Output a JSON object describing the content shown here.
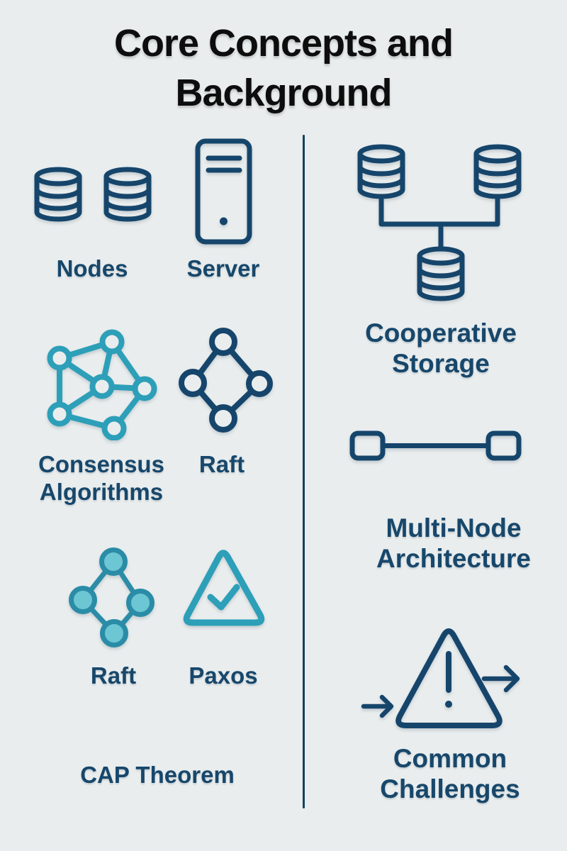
{
  "title": {
    "line1": "Core Concepts and",
    "line2": "Background"
  },
  "colors": {
    "background": "#e9edee",
    "navy": "#16456b",
    "teal": "#2d9fb8",
    "teal_dark": "#2a8ca6",
    "teal_fill": "#6cc6d4",
    "title_text": "#0d0d0d",
    "label_text": "#17476b",
    "divider": "#14415f"
  },
  "left_column": {
    "row1": [
      {
        "label": "Nodes",
        "icon": "database-pair"
      },
      {
        "label": "Server",
        "icon": "server-tower"
      }
    ],
    "row2": [
      {
        "label": "Consensus Algorithms",
        "icon": "network-graph"
      },
      {
        "label": "Raft",
        "icon": "diamond-nodes-outline"
      }
    ],
    "row3": [
      {
        "label": "Raft",
        "icon": "diamond-nodes-filled"
      },
      {
        "label": "Paxos",
        "icon": "triangle-checkmark"
      }
    ],
    "row4": [
      {
        "label": "CAP Theorem",
        "icon": "none"
      }
    ]
  },
  "right_column": {
    "items": [
      {
        "label": "Cooperative Storage",
        "icon": "clustered-databases"
      },
      {
        "label": "Multi-Node Architecture",
        "icon": "connected-node-squares"
      },
      {
        "label": "Common Challenges",
        "icon": "warning-triangle-arrows"
      }
    ]
  }
}
